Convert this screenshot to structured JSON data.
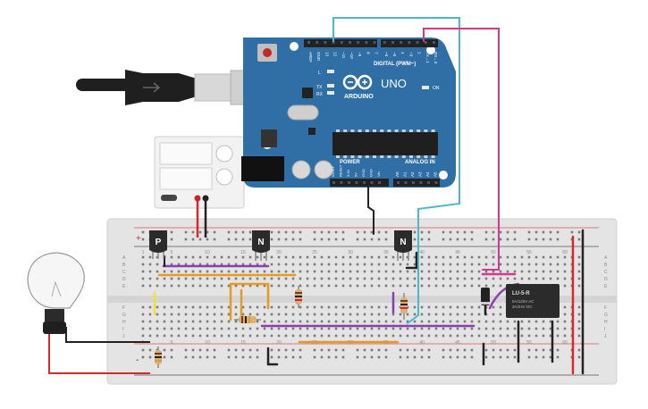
{
  "colors": {
    "arduino_board": "#2f6fa6",
    "breadboard": "#e4e4e4",
    "wire_teal": "#4fb7c9",
    "wire_magenta": "#d6378e",
    "wire_purple": "#8a3fb0",
    "wire_orange": "#e59a22",
    "wire_red": "#d22b2b",
    "wire_black": "#222222",
    "wire_yellow": "#f1e23a"
  },
  "arduino": {
    "brand": "ARDUINO",
    "model": "UNO",
    "digital_label": "DIGITAL (PWM~)",
    "power_label": "POWER",
    "analog_label": "ANALOG IN",
    "on_label": "ON",
    "led_labels": [
      "L",
      "TX",
      "RX"
    ],
    "digital_pins": [
      "AREF",
      "GND",
      "13",
      "12",
      "~11",
      "~10",
      "~9",
      "8",
      "7",
      "~6",
      "~5",
      "4",
      "~3",
      "2",
      "TX→1",
      "RX←0"
    ],
    "power_pins": [
      "IOREF",
      "RESET",
      "3.3V",
      "5V",
      "GND",
      "GND",
      "Vin"
    ],
    "analog_pins": [
      "A0",
      "A1",
      "A2",
      "A3",
      "A4",
      "A5"
    ]
  },
  "breadboard": {
    "row_labels": [
      "A",
      "B",
      "C",
      "D",
      "E",
      "F",
      "G",
      "H",
      "I",
      "J"
    ],
    "col_labels": [
      "1",
      "5",
      "10",
      "15",
      "20",
      "25",
      "30",
      "35",
      "40",
      "45",
      "50",
      "55",
      "60"
    ],
    "rail_symbols": [
      "+",
      "-"
    ]
  },
  "transistors": [
    {
      "type": "P"
    },
    {
      "type": "N"
    },
    {
      "type": "N"
    }
  ],
  "relay": {
    "model": "LU-5-R",
    "rating_lines": [
      "5A/125V AC",
      "3A/24V DC"
    ]
  }
}
